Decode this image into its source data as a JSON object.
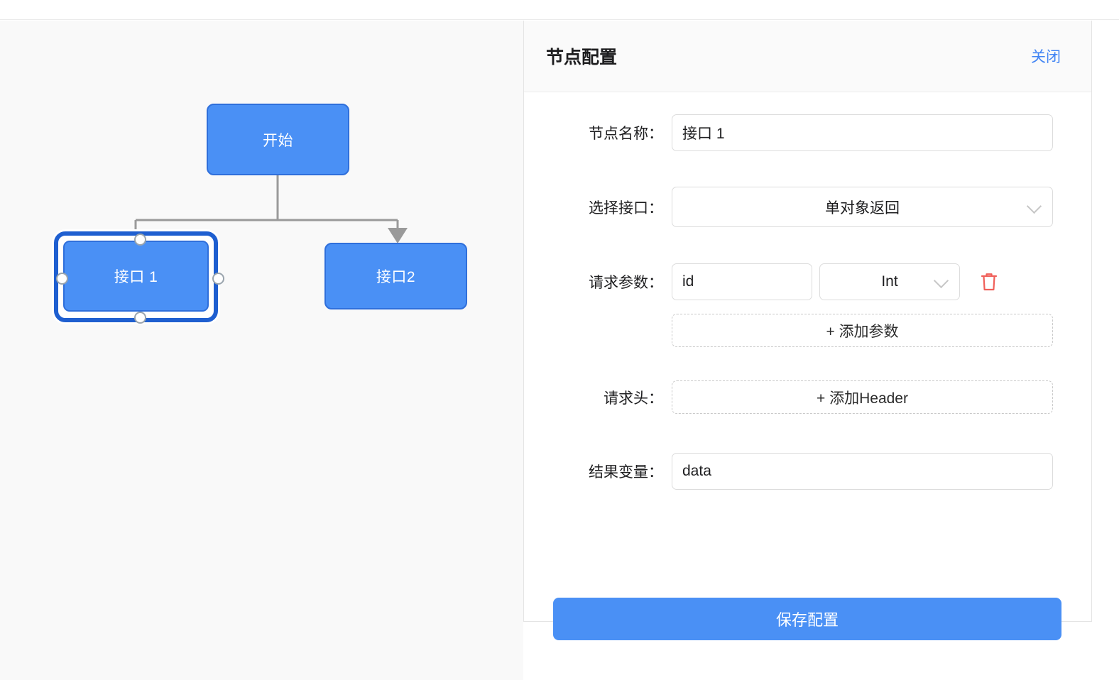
{
  "canvas": {
    "nodes": [
      {
        "id": "start",
        "label": "开始"
      },
      {
        "id": "api1",
        "label": "接口 1"
      },
      {
        "id": "api2",
        "label": "接口2"
      }
    ],
    "edge_color": "#9a9a9a",
    "node_fill": "#4a90f5",
    "node_border": "#2f6fdb",
    "selection_color": "#1f5fd0"
  },
  "panel": {
    "title": "节点配置",
    "close_label": "关闭",
    "accent_color": "#4285f4",
    "fields": {
      "node_name": {
        "label": "节点名称：",
        "value": "接口 1"
      },
      "interface": {
        "label": "选择接口：",
        "value": "单对象返回"
      },
      "params": {
        "label": "请求参数：",
        "rows": [
          {
            "name": "id",
            "type": "Int"
          }
        ],
        "add_label": "+ 添加参数",
        "delete_icon_color": "#f0605a"
      },
      "headers": {
        "label": "请求头：",
        "add_label": "+ 添加Header"
      },
      "result_var": {
        "label": "结果变量：",
        "value": "data"
      }
    },
    "save_label": "保存配置"
  }
}
